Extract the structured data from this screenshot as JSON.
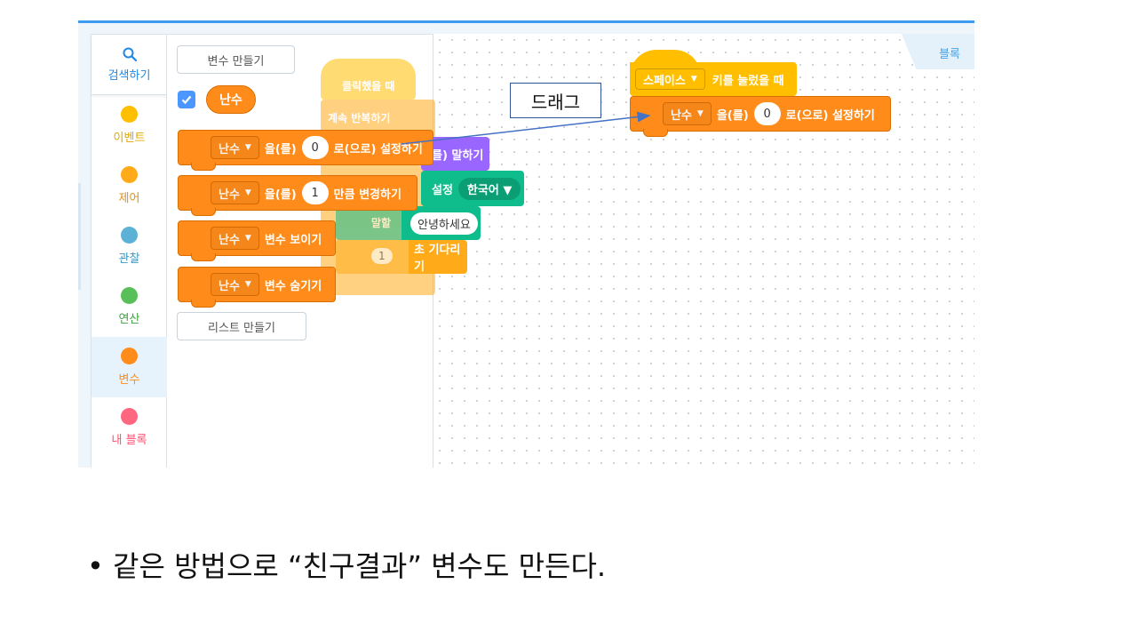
{
  "categories": [
    {
      "label": "검색하기",
      "color": "#1e88e5",
      "icon": "search-icon"
    },
    {
      "label": "이벤트",
      "color": "#ffbf00"
    },
    {
      "label": "제어",
      "color": "#ffab19"
    },
    {
      "label": "관찰",
      "color": "#5cb1d6"
    },
    {
      "label": "연산",
      "color": "#59c059"
    },
    {
      "label": "변수",
      "color": "#ff8c1a",
      "selected": true
    },
    {
      "label": "내 블록",
      "color": "#ff6680"
    }
  ],
  "palette": {
    "make_variable": "변수 만들기",
    "variable_name": "난수",
    "blocks": [
      {
        "var": "난수",
        "mid": "을(를)",
        "value": "0",
        "end": "로(으로) 설정하기"
      },
      {
        "var": "난수",
        "mid": "을(를)",
        "value": "1",
        "end": "만큼 변경하기"
      },
      {
        "var": "난수",
        "end": "변수 보이기"
      },
      {
        "var": "난수",
        "end": "변수 숨기기"
      }
    ],
    "make_list": "리스트 만들기"
  },
  "ghost_blocks": {
    "flag_text": "클릭했을 때",
    "forever_text": "계속 반복하기",
    "say_text": "를) 말하기",
    "lang_text": "설정",
    "lang_value": "한국어 ▼",
    "speak_text": "말할",
    "speak_value": "안녕하세요",
    "wait_value": "1",
    "wait_text": "초 기다리기"
  },
  "tab_label": "블록",
  "workspace": {
    "hat_key": "스페이스",
    "hat_text": "키를 눌렀을 때",
    "set_var": "난수",
    "set_mid": "을(를)",
    "set_value": "0",
    "set_end": "로(으로) 설정하기"
  },
  "annotation": "드래그",
  "caption": "• 같은 방법으로 “친구결과” 변수도 만든다."
}
